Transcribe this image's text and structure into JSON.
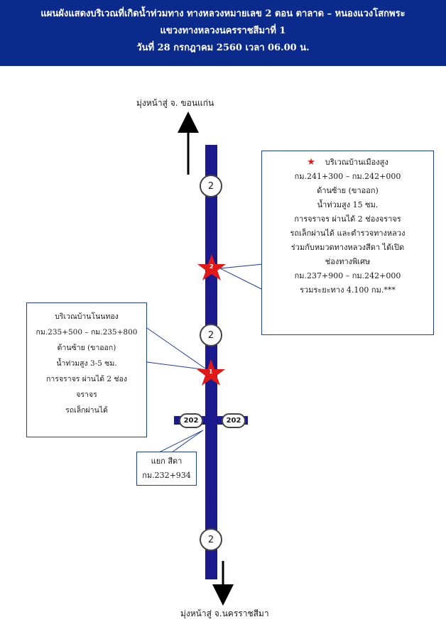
{
  "header": {
    "line1": "แผนผังแสดงบริเวณที่เกิดน้ำท่วมทาง ทางหลวงหมายเลข 2 ตอน ตาลาด – หนองแวงโสกพระ",
    "line2": "แขวงทางหลวงนครราชสีมาที่ 1",
    "line3": "วันที่ 28 กรกฎาคม 2560 เวลา 06.00 น."
  },
  "directions": {
    "north": "มุ่งหน้าสู่ จ. ขอนแก่น",
    "south": "มุ่งหน้าสู่ จ.นครราชสีมา"
  },
  "road": {
    "number": "2",
    "cross_number": "202",
    "color": "#1a1a8c"
  },
  "markers": {
    "star_color": "#e01818",
    "star1_label": "1",
    "star2_label": "2"
  },
  "callout_north": {
    "star_glyph": "★",
    "title": "บริเวณบ้านเมืองสูง",
    "lines": [
      "กม.241+300 – กม.242+000",
      "ด้านซ้าย (ขาออก)",
      "น้ำท่วมสูง 15 ซม.",
      "การจราจร ผ่านได้ 2 ช่องจราจร",
      "รถเล็กผ่านได้ และตำรวจทางหลวง",
      "ร่วมกับหมวดทางหลวงสีดา ได้เปิด",
      "ช่องทางพิเศษ",
      "กม.237+900 – กม.242+000",
      "รวมระยะทาง 4.100 กม.***"
    ]
  },
  "callout_south": {
    "lines": [
      "บริเวณบ้านโนนทอง",
      "กม.235+500 – กม.235+800",
      "ด้านซ้าย (ขาออก)",
      "น้ำท่วมสูง 3-5 ซม.",
      "การจราจร ผ่านได้ 2 ช่อง",
      "จราจร",
      "รถเล็กผ่านได้"
    ]
  },
  "junction": {
    "name": "แยก สีดา",
    "km": "กม.232+934"
  }
}
